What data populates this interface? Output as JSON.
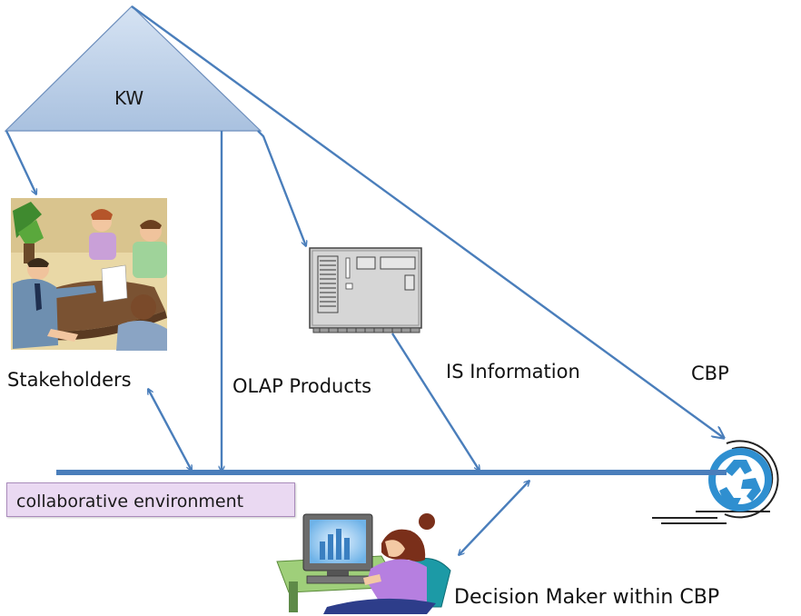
{
  "labels": {
    "kw": "KW",
    "stakeholders": "Stakeholders",
    "olap_products": "OLAP Products",
    "is_information": "IS Information",
    "cbp": "CBP",
    "collaborative_environment": "collaborative environment",
    "decision_maker": "Decision Maker within CBP"
  },
  "colors": {
    "arrow": "#4a7ebb",
    "triangle_fill": "#b9cde5",
    "collab_box_fill": "#ead9f2",
    "cbp_icon": "#2f8fd0"
  },
  "icons": {
    "stakeholders": "meeting-clipart-icon",
    "olap": "server-computer-icon",
    "cbp": "recycle-cycle-icon",
    "decision_maker": "person-at-computer-icon"
  }
}
